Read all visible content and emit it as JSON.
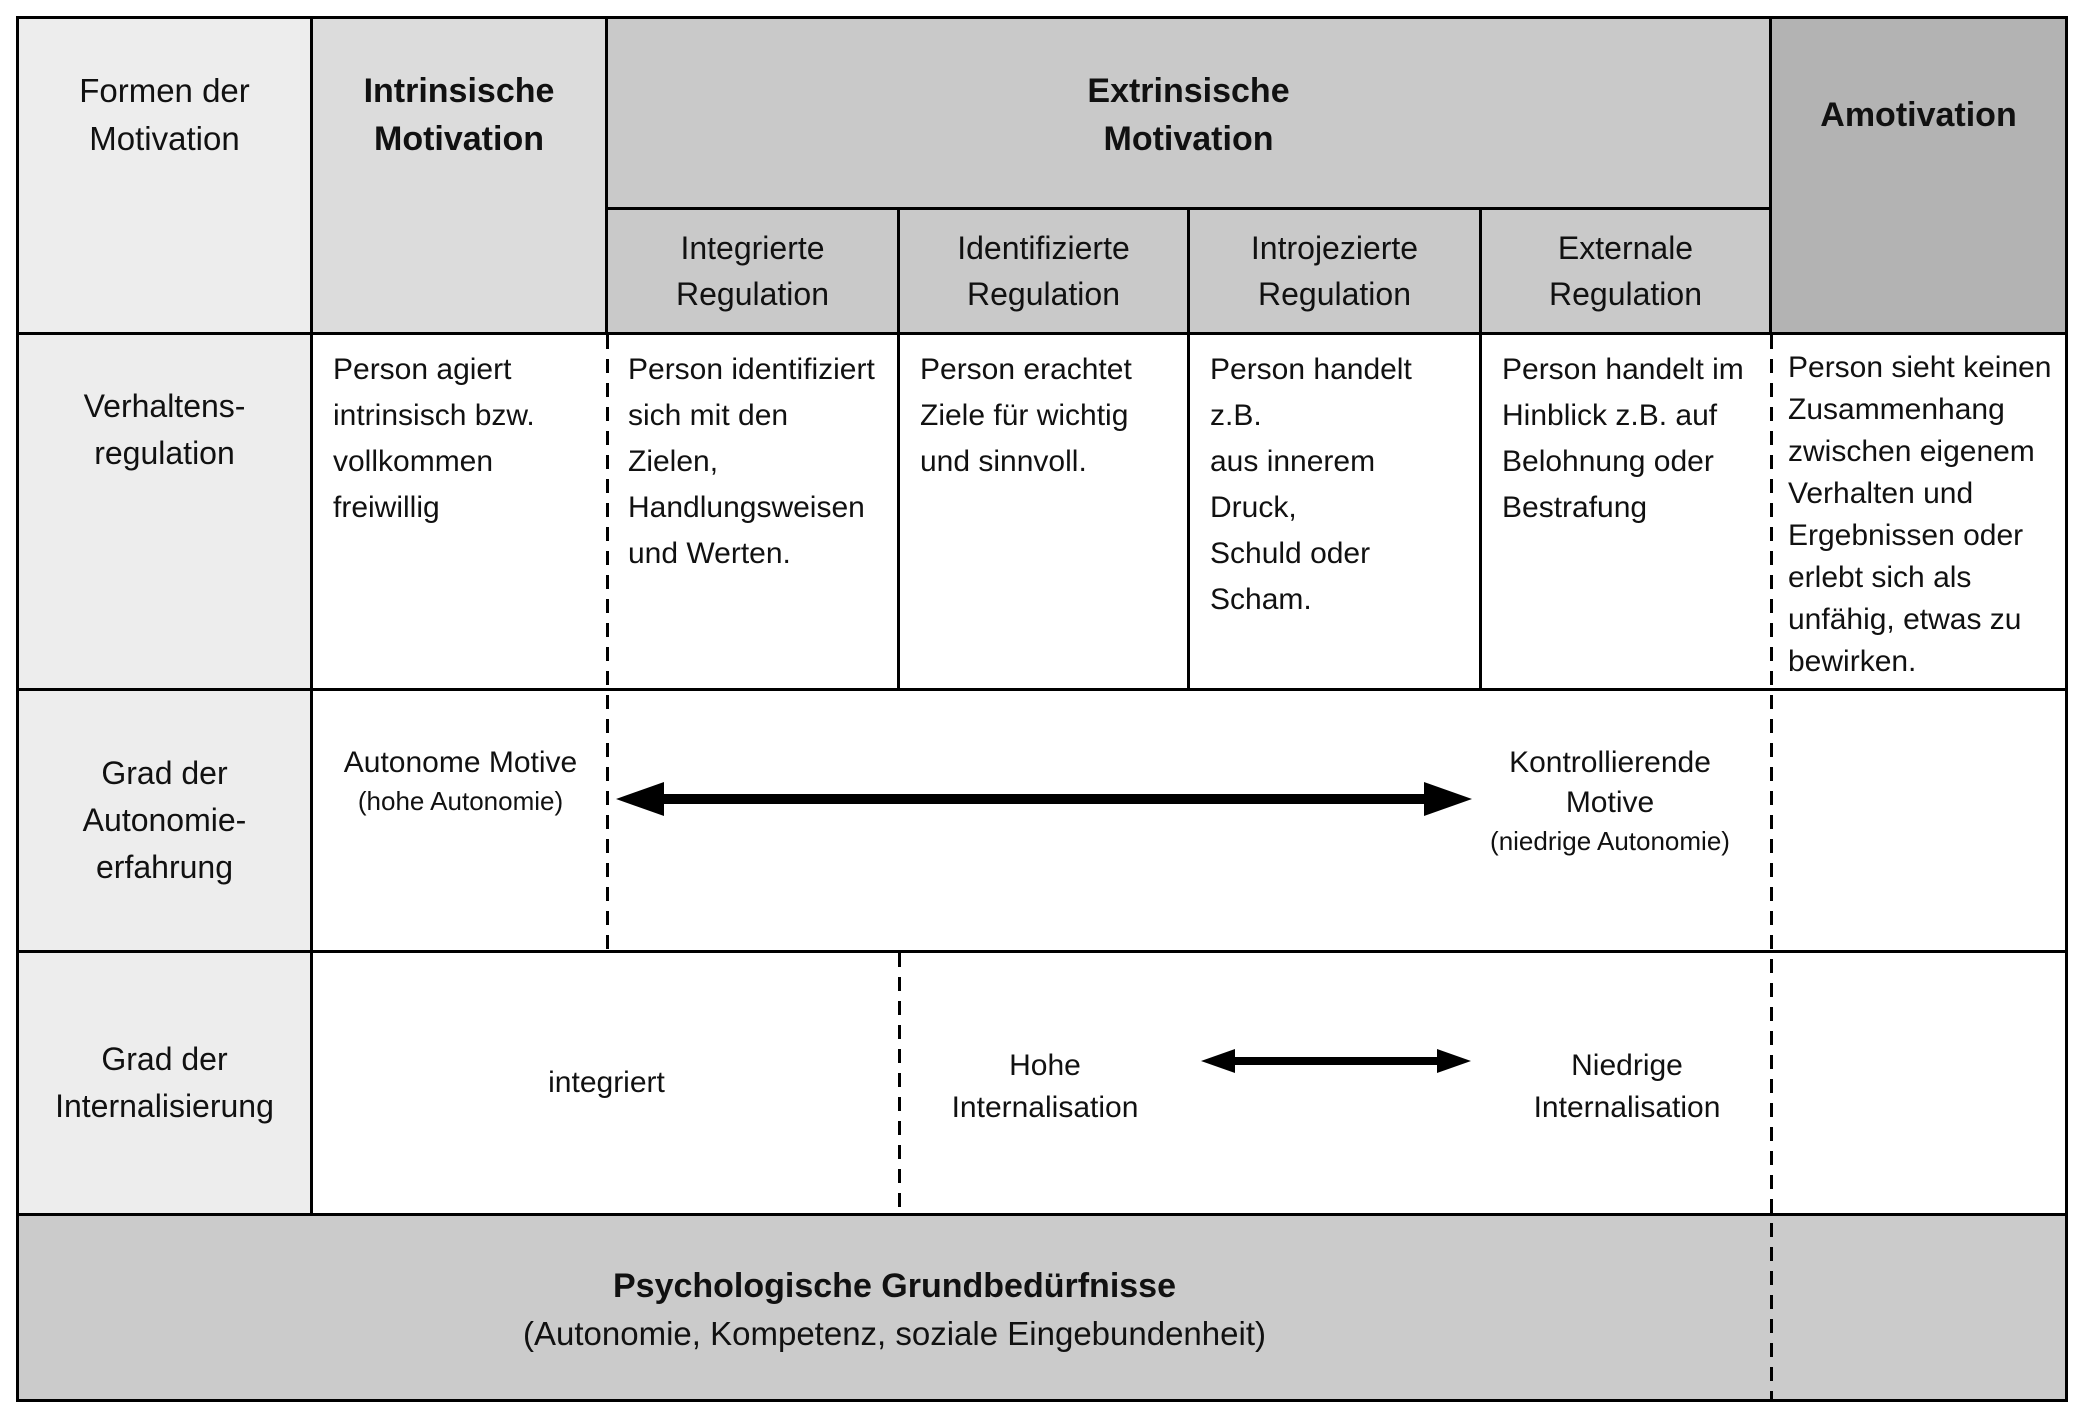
{
  "colors": {
    "label_column_bg": "#ededed",
    "intrinsic_header_bg": "#dcdcdc",
    "extrinsic_header_bg": "#c9c9c9",
    "amotivation_header_bg": "#b3b3b3",
    "bottom_row_bg": "#cbcbcb",
    "border": "#000000"
  },
  "header": {
    "corner": "Formen der\nMotivation",
    "intrinsic": "Intrinsische\nMotivation",
    "extrinsic": "Extrinsische\nMotivation",
    "amotivation": "Amotivation",
    "subheaders": [
      "Integrierte\nRegulation",
      "Identifizierte\nRegulation",
      "Introjezierte\nRegulation",
      "Externale\nRegulation"
    ]
  },
  "verhaltensregulation": {
    "label": "Verhaltens-\nregulation",
    "intrinsic": "Person agiert\nintrinsisch bzw.\nvollkommen\nfreiwillig",
    "integriert": "Person identifiziert\nsich mit den Zielen,\nHandlungsweisen\nund Werten.",
    "identifiziert": "Person erachtet\nZiele für wichtig\nund sinnvoll.",
    "introjiziert": "Person handelt z.B.\naus innerem Druck,\nSchuld oder Scham.",
    "external": "Person handelt im\nHinblick z.B. auf\nBelohnung oder\nBestrafung",
    "amotivation": "Person sieht keinen\nZusammenhang\nzwischen eigenem\nVerhalten und\nErgebnissen oder\nerlebt sich als\nunfähig, etwas zu\nbewirken."
  },
  "autonomie": {
    "label": "Grad der\nAutonomie-\nerfahrung",
    "autonome": "Autonome Motive",
    "autonome_sub": "(hohe Autonomie)",
    "kontrollierende": "Kontrollierende\nMotive",
    "kontrollierende_sub": "(niedrige Autonomie)"
  },
  "internalisierung": {
    "label": "Grad der\nInternalisierung",
    "integriert": "integriert",
    "hohe": "Hohe\nInternalisation",
    "niedrige": "Niedrige\nInternalisation"
  },
  "grundbeduerfnisse": {
    "title": "Psychologische Grundbedürfnisse",
    "subtitle": "(Autonomie, Kompetenz, soziale Eingebundenheit)"
  }
}
